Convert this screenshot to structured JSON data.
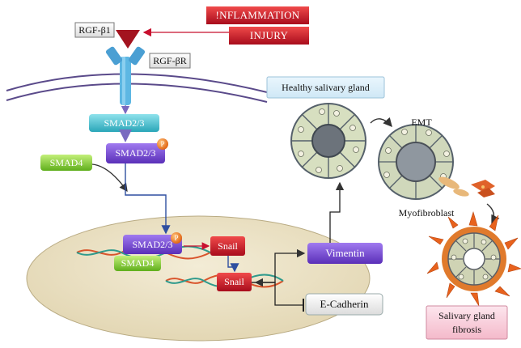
{
  "stimuli": {
    "line1": "!NFLAMMATION",
    "line2": "INJURY"
  },
  "ligand": {
    "label": "RGF-β1"
  },
  "receptor": {
    "label": "RGF-βR"
  },
  "smad": {
    "smad23": "SMAD2/3",
    "smad23_p": "SMAD2/3",
    "smad4": "SMAD4",
    "nuclear_smad23": "SMAD2/3",
    "nuclear_smad4": "SMAD4",
    "phospho": "P"
  },
  "nucleus": {
    "snail_top": "Snail",
    "snail_bottom": "Snail"
  },
  "targets": {
    "vimentin": "Vimentin",
    "ecadherin": "E-Cadherin"
  },
  "gland": {
    "healthy": "Healthy salivary gland",
    "emt": "EMT",
    "myofibroblast": "Myofibroblast",
    "fibrosis_line1": "Salivary gland",
    "fibrosis_line2": "fibrosis"
  },
  "colors": {
    "red": "#c8102e",
    "cyan": "#3fb9c9",
    "purple": "#6f3fc9",
    "green": "#7fcf2e",
    "orange": "#ef7d1f",
    "nucleus": "#ede4c8"
  }
}
